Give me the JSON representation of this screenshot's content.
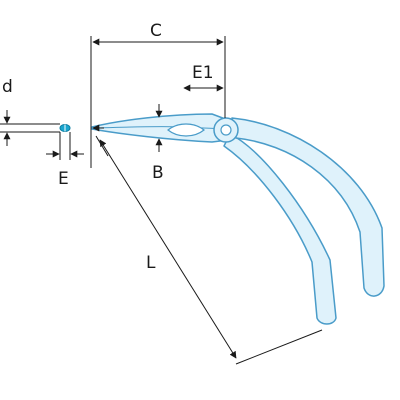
{
  "labels": {
    "c": "C",
    "e1": "E1",
    "d": "d",
    "e": "E",
    "b": "B",
    "l": "L"
  },
  "colors": {
    "tool_fill": "#dff2fb",
    "tool_stroke": "#4a9cc9",
    "tip_dot": "#1aa6cf",
    "dimension": "#1a1a1a",
    "background": "#ffffff"
  }
}
